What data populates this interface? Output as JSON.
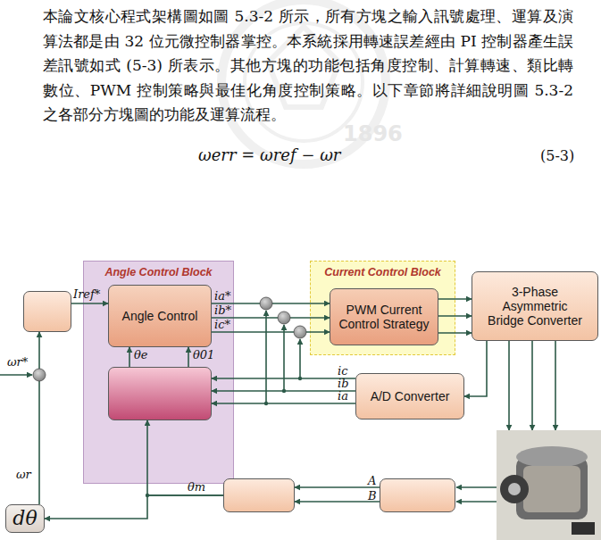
{
  "diagram": {
    "nodes": [
      {
        "text": [
          "Angle Control Block"
        ]
      },
      {
        "text": [
          "Angle Control"
        ],
        "in": 0
      },
      {
        "text": [],
        "in": 0
      },
      {
        "text": [
          "Current Control Block"
        ]
      },
      {
        "text": [
          "PWM Current Control Strategy"
        ],
        "in": 3
      },
      {
        "text": [
          "3-Phase Asymmetric Bridge Converter"
        ]
      },
      {
        "text": [
          "A/D Converter"
        ]
      },
      {
        "text": []
      },
      {
        "text": [
          "dθ"
        ]
      },
      {
        "text": []
      },
      {
        "text": []
      }
    ],
    "edges": [
      {
        "from": 7,
        "to": 1,
        "arrow": "to",
        "label": "Iref*"
      },
      {
        "from": 1,
        "to": 4,
        "arrow": "to",
        "label": "ia*"
      },
      {
        "from": 1,
        "to": 4,
        "arrow": "to",
        "label": "ib*"
      },
      {
        "from": 1,
        "to": 4,
        "arrow": "to",
        "label": "ic*"
      },
      {
        "from": 4,
        "to": 5,
        "arrow": "to"
      },
      {
        "from": 4,
        "to": 5,
        "arrow": "to"
      },
      {
        "from": 4,
        "to": 5,
        "arrow": "to"
      },
      {
        "from": 5,
        "to": 6,
        "arrow": "to"
      },
      {
        "from": 6,
        "to": 2,
        "arrow": "to",
        "label": "ic"
      },
      {
        "from": 6,
        "to": 2,
        "arrow": "to",
        "label": "ib"
      },
      {
        "from": 6,
        "to": 2,
        "arrow": "to",
        "label": "ia"
      },
      {
        "from": 2,
        "to": 1,
        "arrow": "to",
        "label": "θe"
      },
      {
        "from": 2,
        "to": 1,
        "arrow": "to",
        "label": "θ01"
      },
      {
        "from": 10,
        "to": 9,
        "arrow": "to",
        "label": "A"
      },
      {
        "from": 10,
        "to": 9,
        "arrow": "to",
        "label": "B"
      },
      {
        "from": 9,
        "to": 2,
        "arrow": "to",
        "label": "θm"
      },
      {
        "from": 9,
        "to": 8,
        "arrow": "to"
      },
      {
        "from": 8,
        "to": 7,
        "arrow": "to",
        "label": "ωr"
      }
    ],
    "labels": [
      "本論文核心程式架構圖如圖 5.3-2 所示，所有方塊之輸入訊號處理、運算及演算法都是由 32 位元微控制器掌控。本系統採用轉速誤差經由 PI 控制器產生誤差訊號如式 (5-3) 所表示。其他方塊的功能包括角度控制、計算轉速、類比轉數位、PWM 控制策略與最佳化角度控制策略。以下章節將詳細說明圖 5.3-2 之各部分方塊圖的功能及運算流程。",
      "1896",
      "ωerr = ωref − ωr",
      "(5-3)",
      "ωr*"
    ]
  }
}
